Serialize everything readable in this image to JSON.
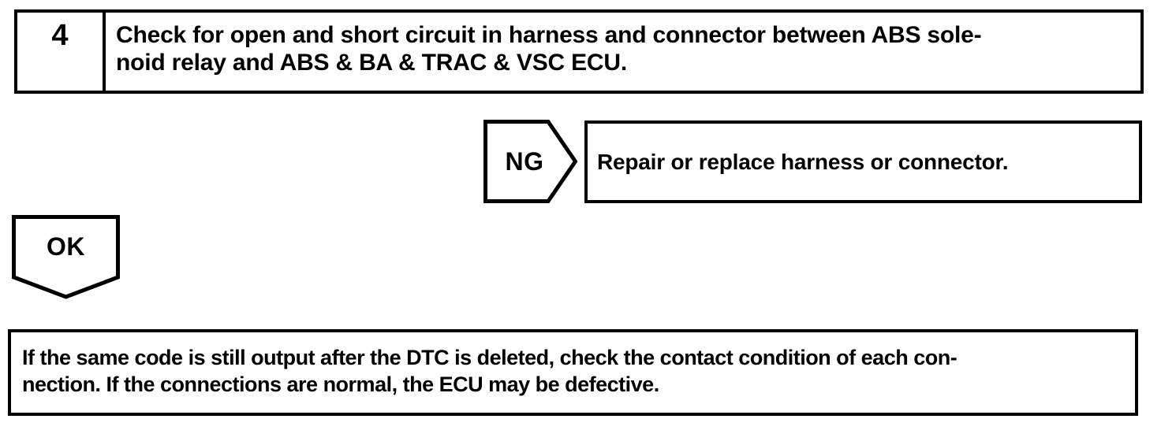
{
  "colors": {
    "ink": "#000000",
    "background": "#ffffff"
  },
  "step_box": {
    "number": "4",
    "instruction": {
      "line1": "Check for open and short circuit in harness and connector between ABS sole-",
      "line2": "noid relay and ABS & BA & TRAC & VSC ECU.",
      "full_text": "Check for open and short circuit in harness and connector between ABS solenoid relay and ABS & BA & TRAC & VSC ECU."
    }
  },
  "ng_branch": {
    "label": "NG",
    "action": "Repair or replace harness or connector."
  },
  "ok_branch": {
    "label": "OK"
  },
  "result_box": {
    "line1": "If the same code is still output after the DTC is deleted, check the contact condition of each con-",
    "line2": "nection. If the connections are normal, the ECU may be defective.",
    "full_text": "If the same code is still output after the DTC is deleted, check the contact condition of each connection. If the connections are normal, the ECU may be defective."
  }
}
